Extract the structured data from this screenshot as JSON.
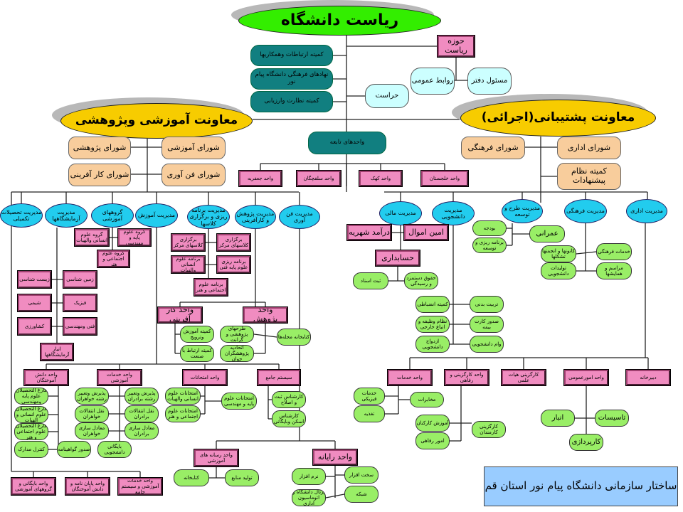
{
  "title": "ساختار سازمانی دانشگاه پیام نور استان قم",
  "nodes": {
    "president": "ریاست دانشگاه",
    "office_president": "حوزه ریاست",
    "com_relations": "کمیته ارتباطات وهمکاریها",
    "com_cultural": "نهادهای فرهنگی دانشگاه پیام نور",
    "com_evaluation": "کمیته نظارت وارزیابی",
    "security": "حراست",
    "public_relations": "روابط عمومی",
    "office_manager": "مسئول دفتر",
    "vp_academic": "معاونت آموزشی وپژوهشی",
    "vp_support": "معاونت پشتیبانی(اجرائی)",
    "sub_units": "واحدهای تابعه",
    "council_research": "شورای پژوهشی",
    "council_education": "شورای آموزشی",
    "council_entrepreneur": "شورای کار آفرینی",
    "council_technology": "شورای فن آوری",
    "council_cultural": "شورای فرهنگی",
    "council_admin": "شورای اداری",
    "council_suggestions": "کمیته نظام پیشنهادات",
    "unit_jafarieh": "واحد جعفریه",
    "unit_salafchegan": "واحد سلفچگان",
    "unit_kahak": "واحد کهک",
    "unit_khaljestan": "واحد خلجستان",
    "mgr_graduate": "مدیریت تحصیلات تکمیلی",
    "mgr_labs": "مدیریت آزمایشگاهها",
    "edu_groups": "گروههای آموزشی",
    "mgr_education": "مدیریت آموزش",
    "mgr_planning": "مدیریت برنامه ریزی و برگزاری کلاسها",
    "mgr_research": "مدیریت پژوهش و کارآفرینی",
    "mgr_technology": "مدیریت فن آوری",
    "mgr_finance": "مدیریت مالی",
    "mgr_student": "مدیریت دانشجویی",
    "mgr_development": "مدیریت طرح و توسعه",
    "mgr_cultural": "مدیریت فرهنگی",
    "mgr_admin": "مدیریت اداری",
    "grp_humanities": "گروه علوم انسانی والهیات",
    "grp_science": "گروه علوم پایه و مهندسی",
    "grp_social": "گروه علوم اجتماعی و هنر",
    "lab_biology": "زیست شناسی",
    "lab_geology": "زمین شناسی",
    "lab_chemistry": "شیمی",
    "lab_physics": "فیزیک",
    "lab_agriculture": "کشاورزی",
    "lab_engineering": "فنی ومهندسی",
    "lab_storage": "انبار آزمایشگاهها",
    "plan_classes_1": "برگزاری کلاسهای مرکز",
    "plan_classes_2": "برگزاری کلاسهای مرکز",
    "plan_humanities": "برنامه علوم انسانی والهیات",
    "plan_science": "برنامه ریزی علوم پایه فنی",
    "plan_social": "برنامه علوم اجتماعی و هنر",
    "unit_entrepreneur": "واحد کار آفرینی",
    "unit_research": "واحد پژوهش",
    "com_training": "کمیته آموزش وترویج",
    "com_industry": "کمیته ارتباط با صنعت",
    "research_projects": "طرحهای پژوهشی و گرانت",
    "young_researchers": "اتحادیه پژوهشگران جوان",
    "journal_library": "کتابخانه مجله‌ها",
    "unit_alumni": "واحد دانش آموختگان",
    "unit_edu_services": "واحد خدمات آموزشی",
    "unit_exams": "واحد امتحانات",
    "unit_system": "سیستم جامع",
    "grad_science": "فارغ التحصیلان علوم پایه ومهندسی",
    "grad_humanities": "فارغ التحصیلان علوم انسانی و الهیات",
    "grad_social": "فارغ التحصیلان علوم اجتماعی و هنر",
    "doc_control": "کنترل مدارک",
    "certificate": "صدور گواهینامه",
    "admission_f": "پذیرش وتغییر رشته خواهران",
    "admission_m": "پذیرش وتغییر رشته برادران",
    "transfer_f": "نقل انتقالات خواهران",
    "transfer_m": "نقل انتقالات برادران",
    "equiv_f": "معادل سازی خواهران",
    "equiv_m": "معادل سازی برادران",
    "student_archive": "بایگانی دانشجویی",
    "exam_humanities": "امتحانات علوم انسانی والهیات",
    "exam_social": "امتحانات علوم اجتماعی و هنر",
    "exam_science": "امتحانات علوم پایه و مهندسی",
    "expert_register": "کارشناس ثبت و اصلاح",
    "expert_scan": "کارشناس اسکن وبایگانی",
    "unit_archive_groups": "واحد بایگانی و گروههای آموزشی",
    "unit_thesis": "واحد پایان نامه و دانش آموختگان",
    "unit_edu_system": "واحد خدمات آموزشی و سیستم جامع",
    "unit_media": "واحد رسانه های آموزشی",
    "library": "کتابخانه",
    "resource_production": "تولید منابع",
    "unit_computer": "واحد رایانه",
    "software": "نرم افزار",
    "hardware": "سخت افزار",
    "portal": "پرتال دانشگاه و اتوماسیون اداری",
    "network": "شبکه",
    "tuition_income": "درآمد شهریه",
    "property_officer": "امین اموال",
    "accounting": "حسابداری",
    "documents": "ثبت اسناد",
    "salary": "حقوق دستمزد و رسیدگی",
    "discipline": "کمیته انضباطی",
    "physical_ed": "تربیت بدنی",
    "military_foreign": "نظام وظیفه و اتباع خارجی",
    "insurance_card": "صدور کارت بیمه",
    "student_marriage": "ازدواج دانشجویی",
    "student_loan": "وام دانشجویی",
    "budget": "بودجه",
    "planning_dev": "برنامه ریزی و توسعه",
    "construction": "عمرانی",
    "clubs": "کانونها و انجمنها تشکلها",
    "cultural_services": "خدمات فرهنگی",
    "student_production": "تولیدات دانشجویی",
    "ceremonies": "مراسم و همایشها",
    "unit_services": "واحد خدمات",
    "unit_personnel": "واحد کارگزینی و رفاهی",
    "faculty_personnel": "کارگزینی هیات علمی",
    "unit_general": "واحد امورعمومی",
    "secretariat": "دبیرخانه",
    "physical_services": "خدمات فیزیکی",
    "food": "تغذیه",
    "telecom": "مخابرات",
    "staff_training": "آموزش کارکنان",
    "welfare": "امور رفاهی",
    "staff_personnel": "کارگزینی کارمندان",
    "warehouse": "انبار",
    "facilities": "تاسیسات",
    "procurement": "کارپردازی"
  }
}
